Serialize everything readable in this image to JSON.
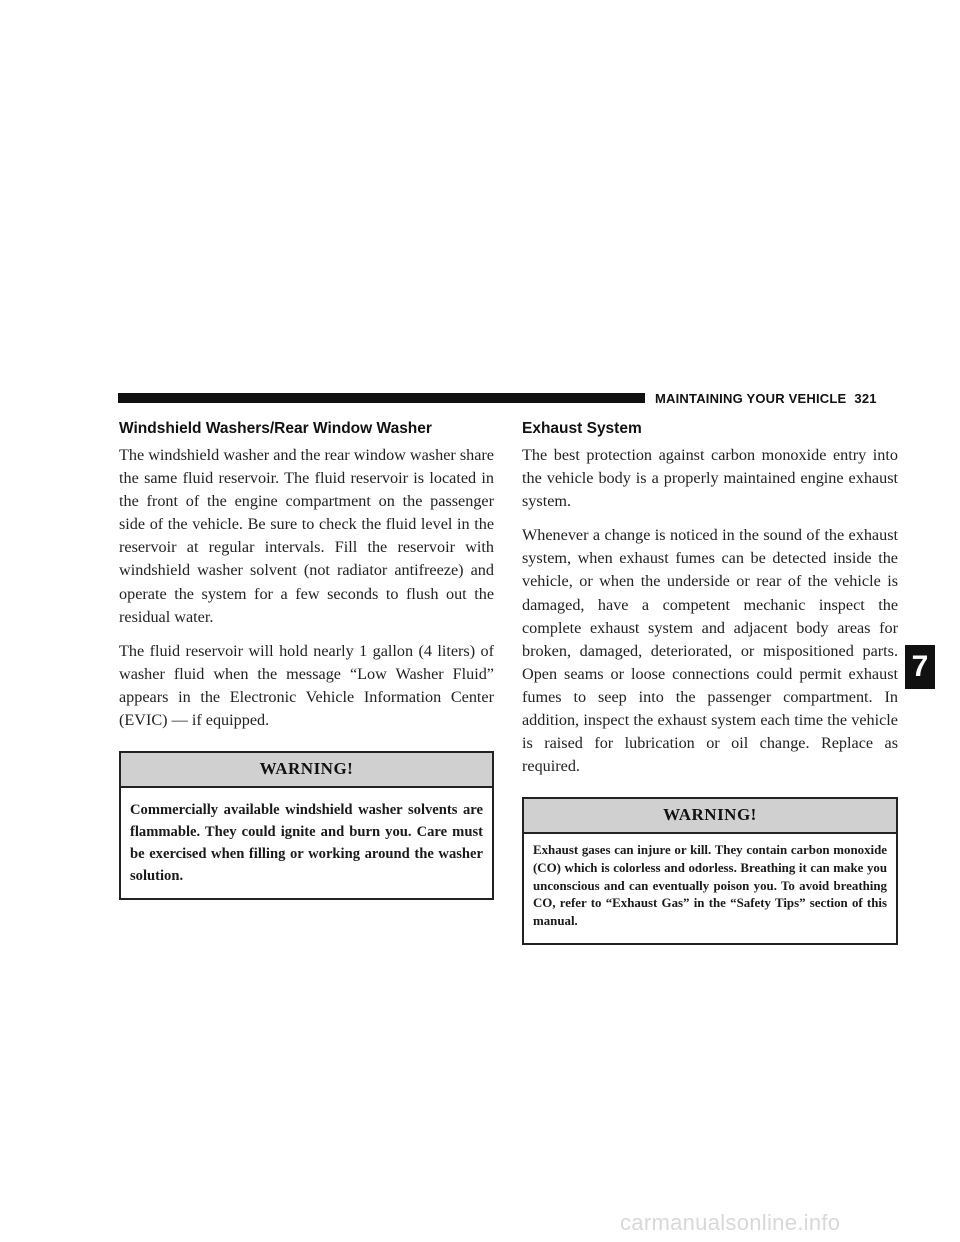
{
  "header": {
    "title": "MAINTAINING YOUR VEHICLE",
    "page_number": "321"
  },
  "left_column": {
    "heading": "Windshield Washers/Rear Window Washer",
    "paragraphs": [
      "The windshield washer and the rear window washer share the same fluid reservoir. The fluid reservoir is located in the front of the engine compartment on the passenger side of the vehicle. Be sure to check the fluid level in the reservoir at regular intervals. Fill the reservoir with windshield washer solvent (not radiator antifreeze) and operate the system for a few seconds to flush out the residual water.",
      "The fluid reservoir will hold nearly 1 gallon (4 liters) of washer fluid when the message “Low Washer Fluid” appears in the Electronic Vehicle Information Center (EVIC) — if equipped."
    ],
    "warning": {
      "title": "WARNING!",
      "text": "Commercially available windshield washer solvents are flammable. They could ignite and burn you. Care must be exercised when filling or working around the washer solution."
    }
  },
  "right_column": {
    "heading": "Exhaust System",
    "paragraphs": [
      "The best protection against carbon monoxide entry into the vehicle body is a properly maintained engine exhaust system.",
      "Whenever a change is noticed in the sound of the exhaust system, when exhaust fumes can be detected inside the vehicle, or when the underside or rear of the vehicle is damaged, have a competent mechanic inspect the complete exhaust system and adjacent body areas for broken, damaged, deteriorated, or mispositioned parts. Open seams or loose connections could permit exhaust fumes to seep into the passenger compartment. In addition, inspect the exhaust system each time the vehicle is raised for lubrication or oil change. Replace as required."
    ],
    "warning": {
      "title": "WARNING!",
      "text": "Exhaust gases can injure or kill. They contain carbon monoxide (CO) which is colorless and odorless. Breathing it can make you unconscious and can eventually poison you. To avoid breathing CO, refer to “Exhaust Gas” in the “Safety Tips” section of this manual."
    }
  },
  "chapter_tab": "7",
  "watermark": "carmanualsonline.info"
}
